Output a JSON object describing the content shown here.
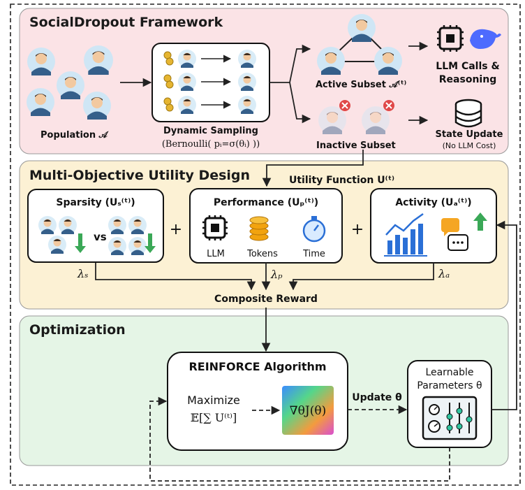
{
  "framework": {
    "title": "SocialDropout Framework",
    "population_label": "Population 𝒜",
    "sampling_label": "Dynamic Sampling",
    "sampling_formula": "(Bernoulli( pᵢ=σ(θᵢ) ))",
    "active_label": "Active Subset 𝒜⁽ᵗ⁾",
    "inactive_label": "Inactive Subset",
    "llm_calls_line1": "LLM Calls &",
    "llm_calls_line2": "Reasoning",
    "state_update_label": "State Update",
    "state_update_note": "(No LLM Cost)"
  },
  "utility": {
    "title": "Multi-Objective Utility Design",
    "function_label": "Utility Function U⁽ᵗ⁾",
    "sparsity_label": "Sparsity (Uₛ⁽ᵗ⁾)",
    "vs_label": "vs",
    "performance_label": "Performance (Uₚ⁽ᵗ⁾)",
    "perf_items": [
      "LLM",
      "Tokens",
      "Time"
    ],
    "activity_label": "Activity (Uₐ⁽ᵗ⁾)",
    "plus": "+",
    "lambda_s": "λₛ",
    "lambda_p": "λₚ",
    "lambda_a": "λₐ",
    "composite_label": "Composite Reward"
  },
  "optimization": {
    "title": "Optimization",
    "reinforce_title": "REINFORCE Algorithm",
    "maximize_label": "Maximize",
    "expectation": "𝔼[∑ U⁽ᵗ⁾]",
    "gradient": "∇θJ(θ)",
    "update_label": "Update θ",
    "params_line1": "Learnable",
    "params_line2": "Parameters θ"
  },
  "colors": {
    "framework_bg": "#fbe3e6",
    "utility_bg": "#fcf1d4",
    "optimization_bg": "#e5f5e6",
    "down_arrow": "#3aa857",
    "up_arrow": "#3aa857",
    "chart_blue": "#2a6fd6",
    "deepseek_blue": "#4d6bfe"
  }
}
